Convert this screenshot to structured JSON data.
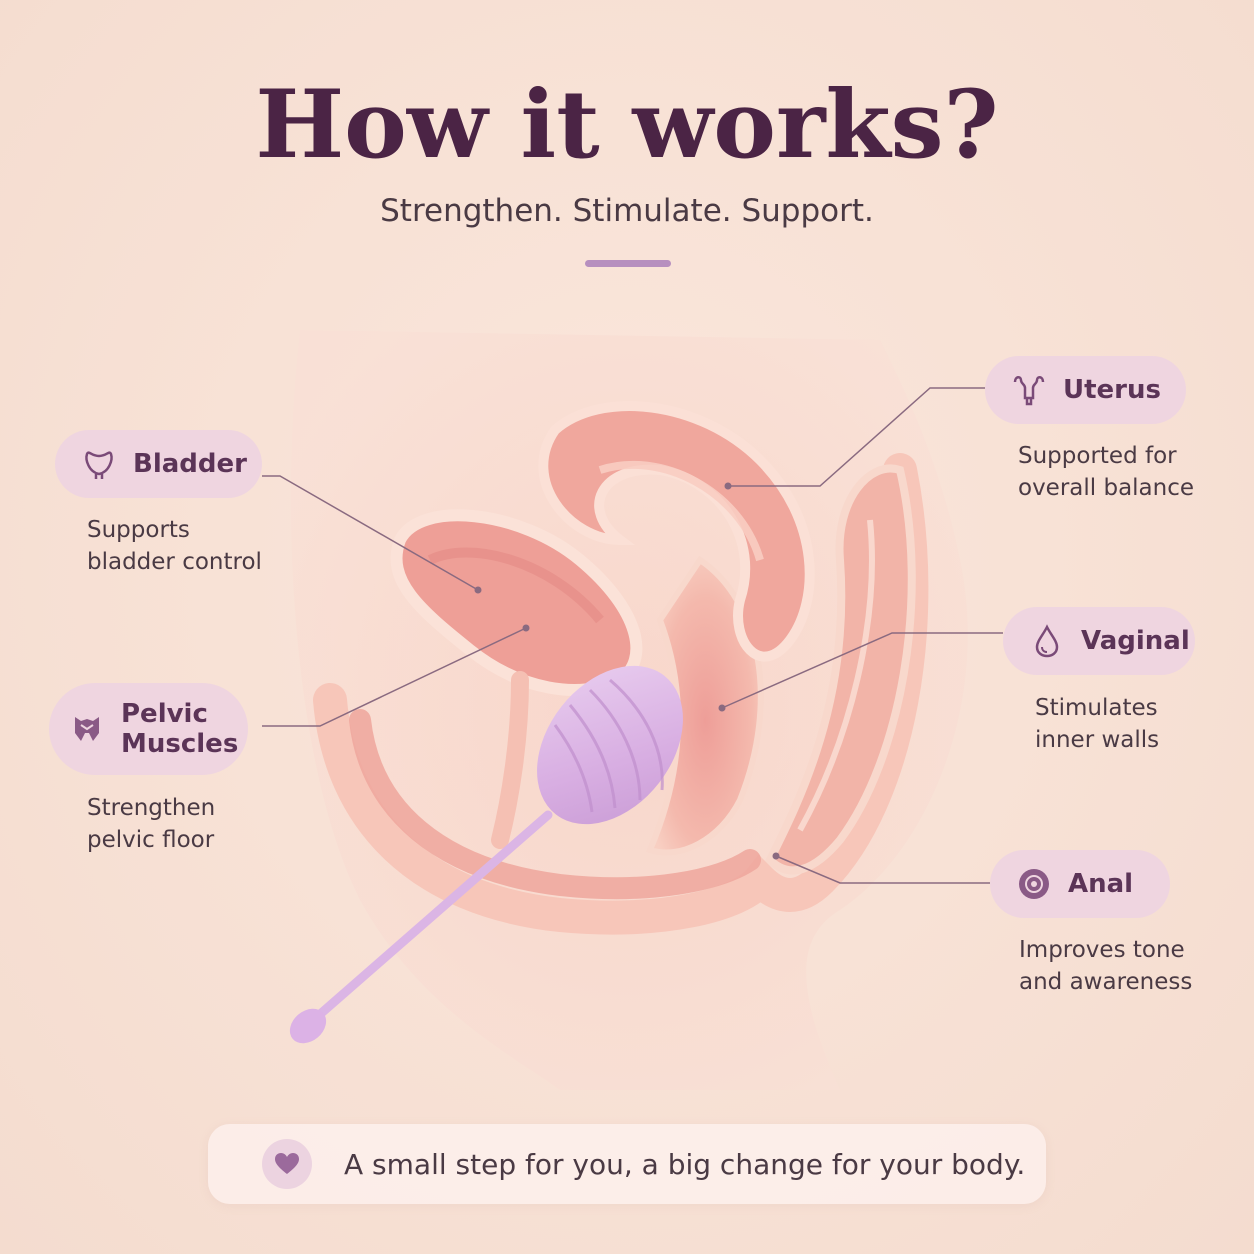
{
  "header": {
    "title": "How it works?",
    "subtitle": "Strengthen. Stimulate. Support."
  },
  "labels": {
    "bladder": {
      "name": "Bladder",
      "desc_line1": "Supports",
      "desc_line2": "bladder control",
      "icon": "bladder-icon"
    },
    "pelvic": {
      "name_line1": "Pelvic",
      "name_line2": "Muscles",
      "desc_line1": "Strengthen",
      "desc_line2": "pelvic floor",
      "icon": "pelvic-muscles-icon"
    },
    "uterus": {
      "name": "Uterus",
      "desc_line1": "Supported for",
      "desc_line2": "overall balance",
      "icon": "uterus-icon"
    },
    "vaginal": {
      "name": "Vaginal",
      "desc_line1": "Stimulates",
      "desc_line2": "inner walls",
      "icon": "droplet-icon"
    },
    "anal": {
      "name": "Anal",
      "desc_line1": "Improves tone",
      "desc_line2": "and awareness",
      "icon": "anal-icon"
    }
  },
  "footer": {
    "text": "A small step for you, a big change for your body.",
    "icon": "heart-icon"
  },
  "colors": {
    "title": "#4b2445",
    "accent": "#b78fbf",
    "pill": "#efd5e0",
    "tissue": "#f1a9a0",
    "device": "#d9b3e3"
  }
}
